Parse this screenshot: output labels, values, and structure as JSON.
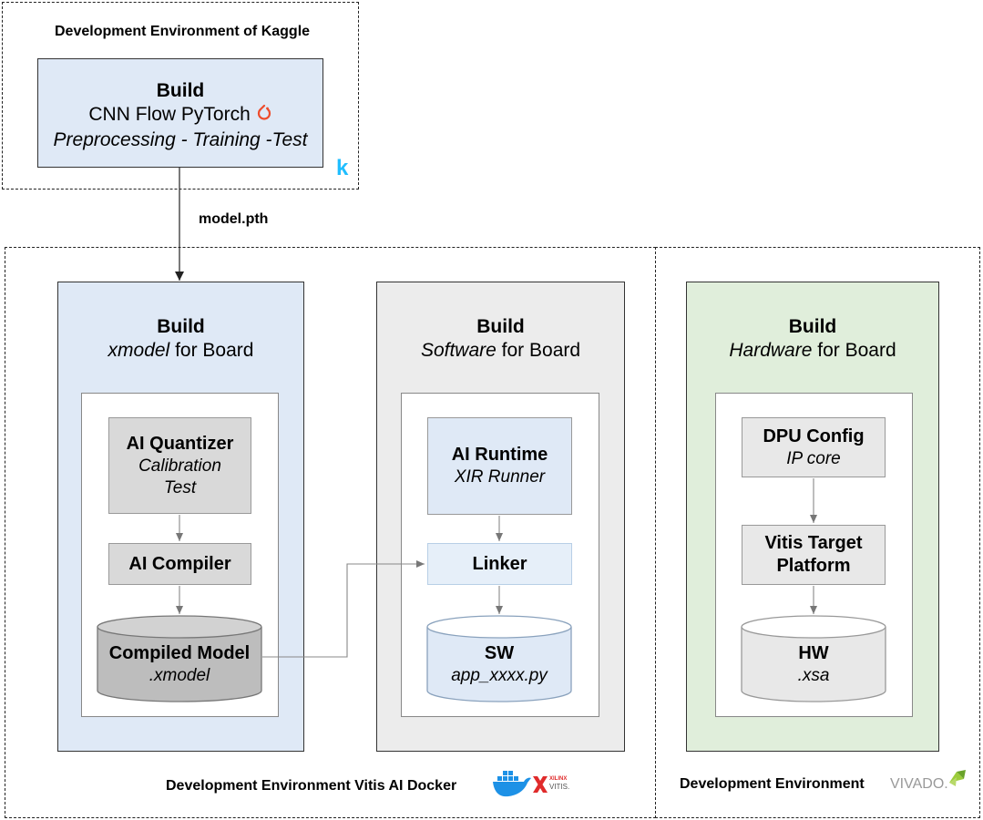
{
  "kaggle_env": {
    "label": "Development Environment of Kaggle",
    "build": {
      "title": "Build",
      "line1": "CNN Flow PyTorch",
      "line2": "Preprocessing - Training -Test"
    },
    "kaggle_mark": "k"
  },
  "edge_label": "model.pth",
  "xmodel_panel": {
    "title": "Build",
    "subtitle_italic": "xmodel",
    "subtitle_rest": " for Board",
    "quantizer": {
      "title": "AI Quantizer",
      "line1": "Calibration",
      "line2": "Test"
    },
    "compiler": {
      "title": "AI Compiler"
    },
    "compiled_model": {
      "title": "Compiled Model",
      "subtitle": ".xmodel"
    }
  },
  "software_panel": {
    "title": "Build",
    "subtitle_italic": "Software",
    "subtitle_rest": " for Board",
    "runtime": {
      "title": "AI Runtime",
      "subtitle": "XIR Runner"
    },
    "linker": {
      "title": "Linker"
    },
    "sw": {
      "title": "SW",
      "subtitle": "app_xxxx.py"
    }
  },
  "hardware_panel": {
    "title": "Build",
    "subtitle_italic": "Hardware",
    "subtitle_rest": " for Board",
    "dpu": {
      "title": "DPU Config",
      "subtitle": "IP core"
    },
    "platform": {
      "title_line1": "Vitis Target",
      "title_line2": "Platform"
    },
    "hw": {
      "title": "HW",
      "subtitle": ".xsa"
    }
  },
  "vitis_env": {
    "label": "Development Environment Vitis AI Docker",
    "xilinx_small": "XILINX",
    "vitis_small": "VITIS."
  },
  "vivado_env": {
    "label": "Development Environment",
    "vivado_logo": "VIVADO."
  },
  "colors": {
    "panel_blue": "#dfe9f6",
    "panel_grey": "#ececec",
    "panel_green": "#e0eedb",
    "box_grey": "#d9d9d9",
    "cylinder_dark": "#bdbdbd",
    "pytorch_red": "#ee4c2c",
    "kaggle_blue": "#20beff",
    "docker_blue": "#1d91e6",
    "xilinx_red": "#e02b2b"
  }
}
